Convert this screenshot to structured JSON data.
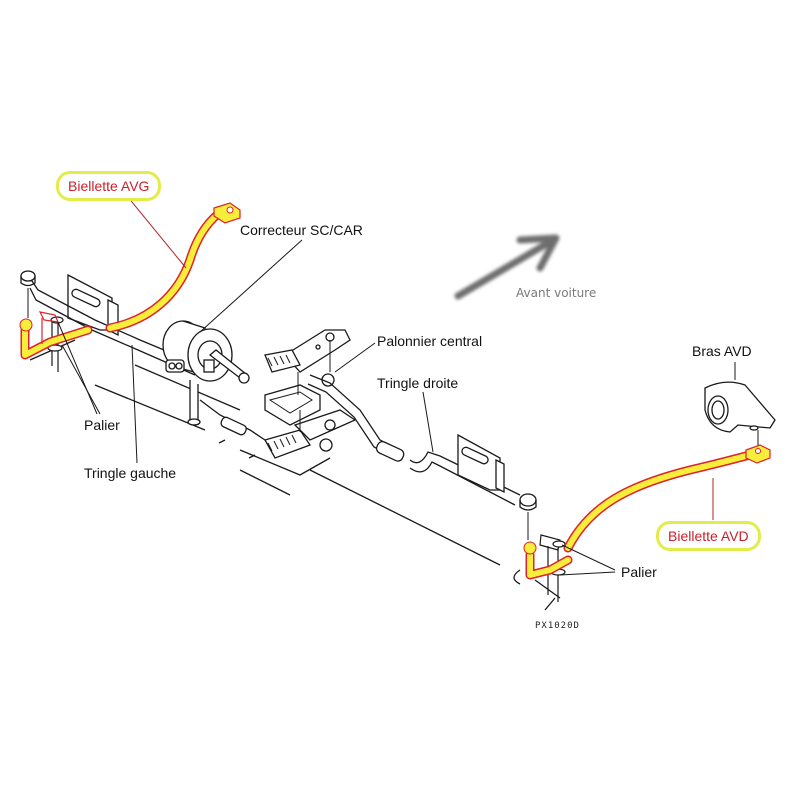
{
  "diagram": {
    "subject": "Anti-roll bar / height corrector linkage (front axle)",
    "direction_indicator": {
      "icon": "arrow-up-right-icon",
      "label": "Avant voiture"
    },
    "labels": {
      "biellette_avg": "Biellette AVG",
      "correcteur": "Correcteur SC/CAR",
      "palonnier": "Palonnier central",
      "tringle_droite": "Tringle droite",
      "bras_avd": "Bras AVD",
      "palier_left": "Palier",
      "tringle_gauche": "Tringle gauche",
      "biellette_avd": "Biellette AVD",
      "palier_right": "Palier",
      "reference": "PX1020D"
    },
    "highlighted_parts": [
      "Biellette AVG",
      "Biellette AVD"
    ],
    "colors": {
      "highlight_fill": "#f7ee3c",
      "highlight_outline": "#e0202a",
      "highlight_label_border": "#e4ec4a",
      "highlight_label_text": "#cc1f2a",
      "line_art": "#1a1a1a",
      "arrow": "#6e6e6e"
    }
  }
}
